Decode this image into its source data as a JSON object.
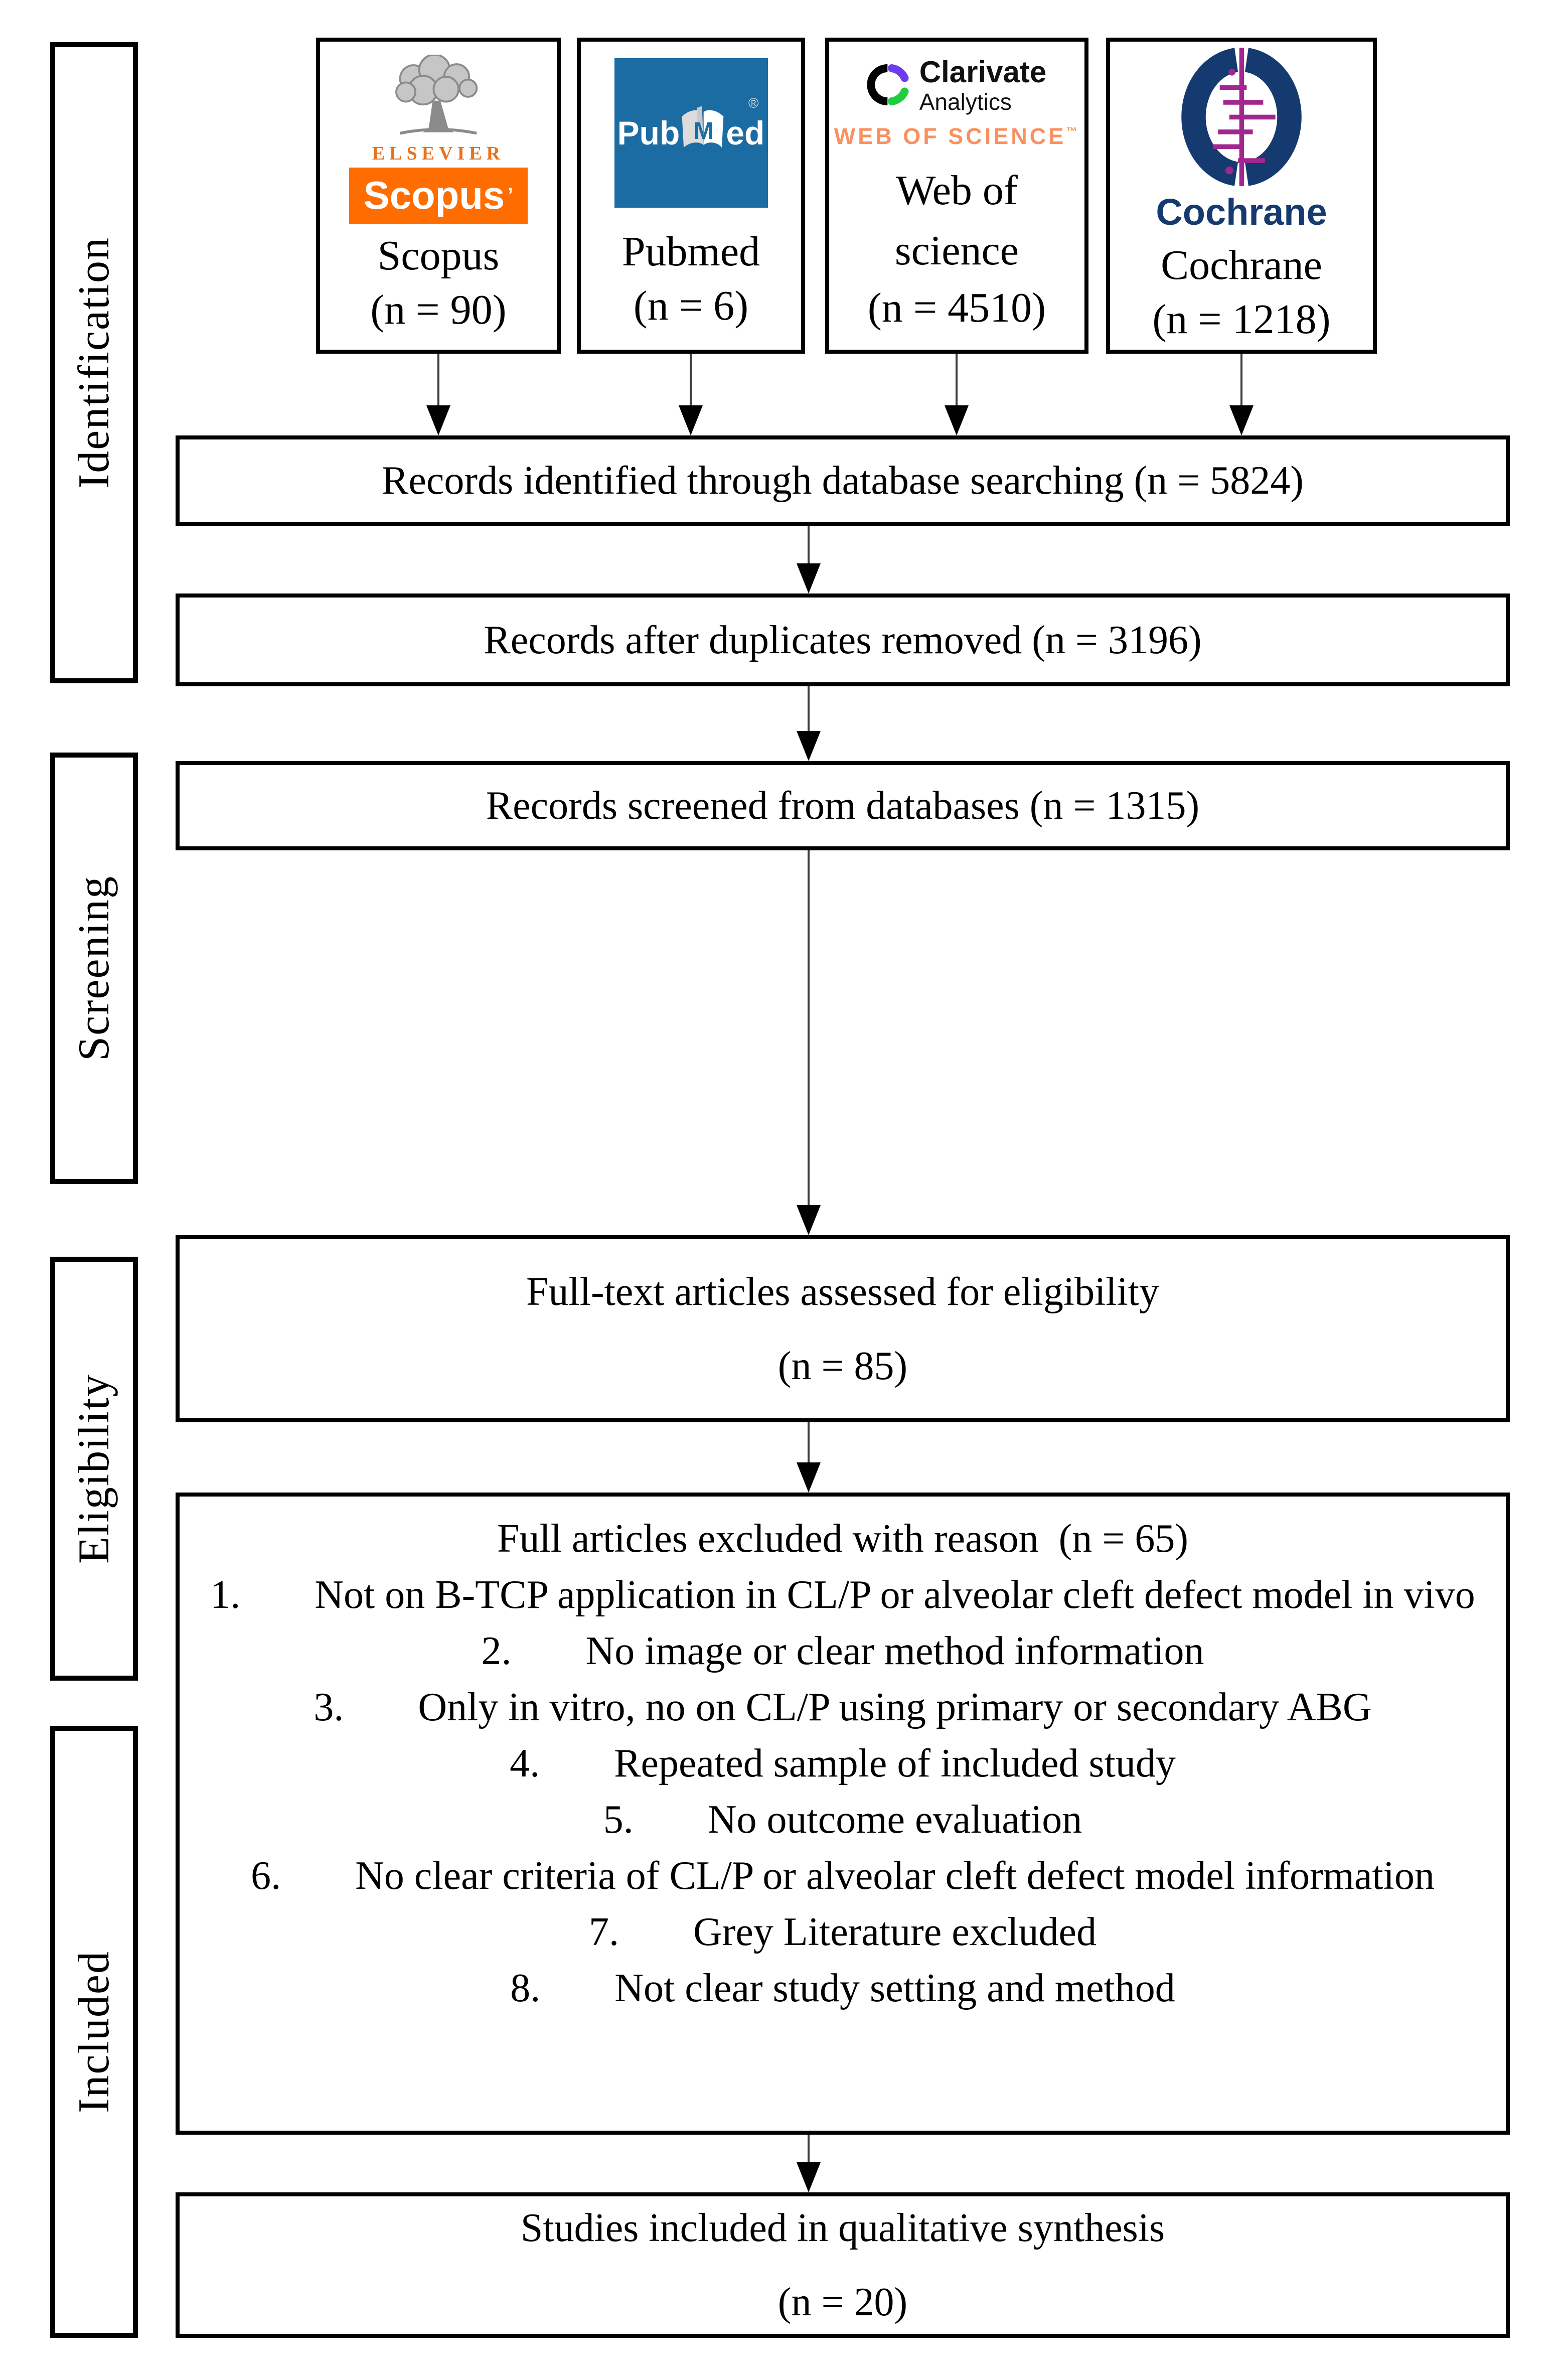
{
  "stages": {
    "identification": "Identification",
    "screening": "Screening",
    "eligibility": "Eligibility",
    "included": "Included"
  },
  "sources": {
    "scopus": {
      "name": "Scopus",
      "count": "(n = 90)",
      "elsevier_label": "ELSEVIER",
      "wordmark": "Scopus",
      "wordmark_mark": "’"
    },
    "pubmed": {
      "name": "Pubmed",
      "count": "(n = 6)",
      "logo_pub": "Pub",
      "logo_m": "M",
      "logo_ed": "ed",
      "registered": "®"
    },
    "web_of_science": {
      "name": "Web of science",
      "count": "(n = 4510)",
      "brand": "Clarivate",
      "brand_sub": "Analytics",
      "product": "WEB OF SCIENCE",
      "tm": "™"
    },
    "cochrane": {
      "name": "Cochrane",
      "count": "(n = 1218)",
      "wordmark": "Cochrane"
    }
  },
  "flow": {
    "identified": "Records identified through database searching (n = 5824)",
    "deduplicated": "Records after duplicates removed (n = 3196)",
    "screened": "Records screened from databases (n = 1315)",
    "fulltext_line1": "Full-text articles assessed for eligibility",
    "fulltext_line2": "(n = 85)",
    "excluded_title": "Full articles excluded with reason  (n = 65)",
    "excluded_items": [
      {
        "num": "1.",
        "text": "Not on B-TCP application in CL/P or alveolar cleft defect model in vivo"
      },
      {
        "num": "2.",
        "text": "No image or clear method information"
      },
      {
        "num": "3.",
        "text": "Only in vitro, no on CL/P using primary or secondary ABG"
      },
      {
        "num": "4.",
        "text": "Repeated sample of included study"
      },
      {
        "num": "5.",
        "text": "No outcome evaluation"
      },
      {
        "num": "6.",
        "text": "No clear criteria of CL/P or alveolar cleft defect model information"
      },
      {
        "num": "7.",
        "text": "Grey Literature excluded"
      },
      {
        "num": "8.",
        "text": "Not clear study setting and method"
      }
    ],
    "included_line1": "Studies included in qualitative synthesis",
    "included_line2": "(n = 20)"
  },
  "colors": {
    "scopus_orange": "#ff6c00",
    "elsevier_orange": "#e9711c",
    "pubmed_blue": "#1a6ca3",
    "clarivate_purple": "#6c3df0",
    "clarivate_green": "#1fce3f",
    "web_of_science_orange": "#f8915f",
    "cochrane_navy": "#143a70",
    "cochrane_magenta": "#a2268f",
    "box_border": "#000000"
  }
}
